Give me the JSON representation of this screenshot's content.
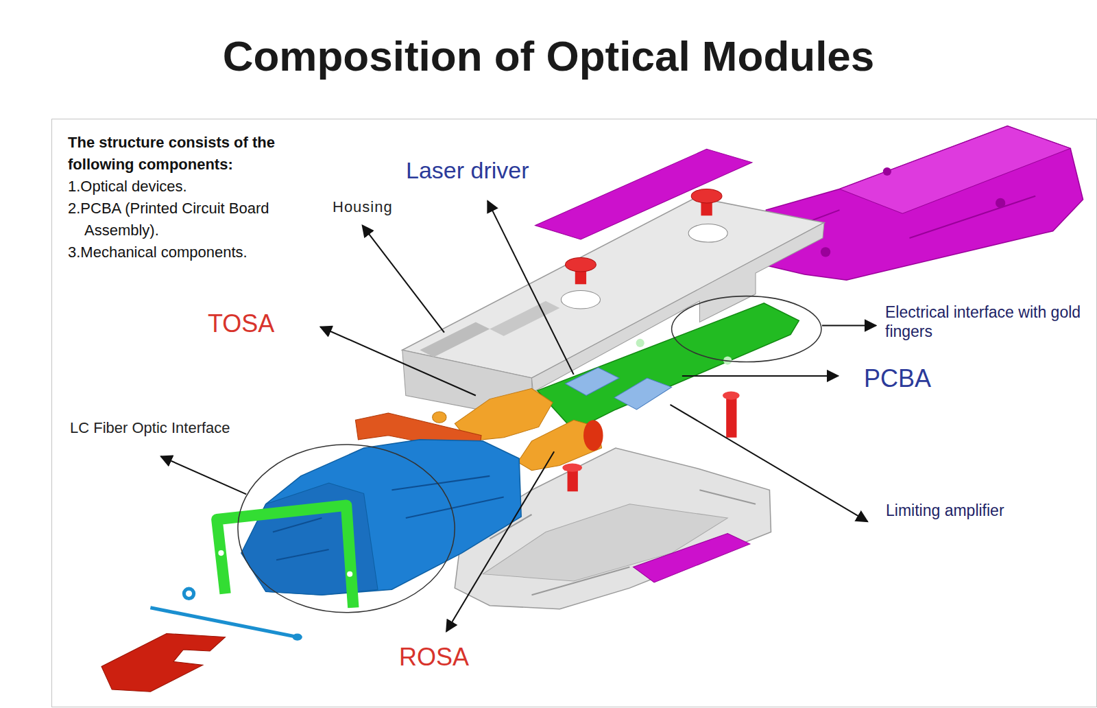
{
  "diagram": {
    "title": "Composition of Optical Modules",
    "nodes": [
      {
        "text": [
          "The structure consists of the following components:",
          "1.Optical devices.",
          "2.PCBA (Printed Circuit Board Assembly).",
          "3.Mechanical components."
        ]
      }
    ],
    "labels": [
      "Laser driver",
      "Housing",
      "TOSA",
      "LC Fiber Optic Interface",
      "Electrical interface with gold fingers",
      "PCBA",
      "Limiting amplifier",
      "ROSA"
    ]
  }
}
